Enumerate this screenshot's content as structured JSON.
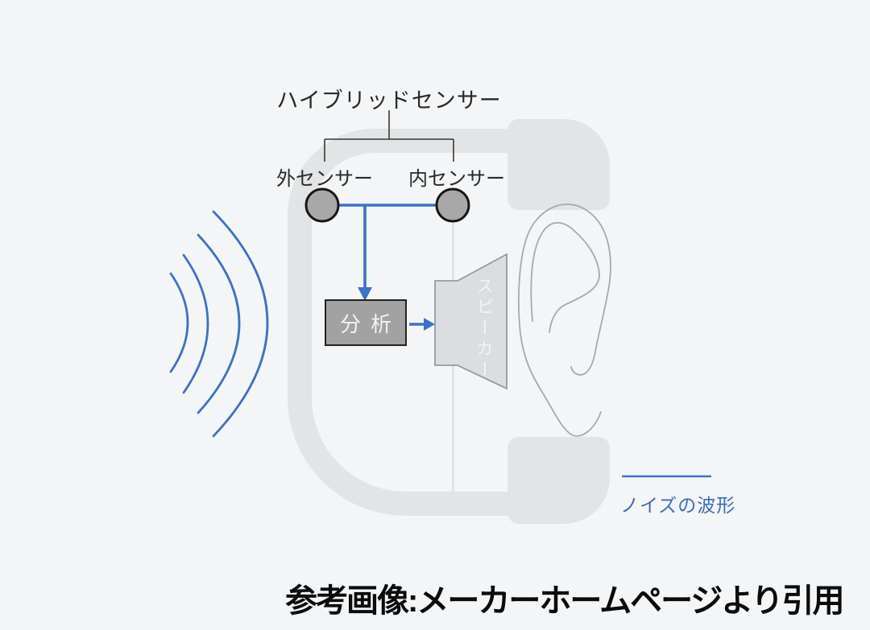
{
  "diagram": {
    "title": "ハイブリッドセンサー",
    "outer_sensor_label": "外センサー",
    "inner_sensor_label": "内センサー",
    "analysis_label": "分析",
    "speaker_label": "スピーカー",
    "noise_waveform_label": "ノイズの波形"
  },
  "caption": "参考画像:メーカーホームページより引用",
  "colors": {
    "background": "#f4f5f6",
    "band_gray": "#e3e4e5",
    "sensor_gray": "#a8a8a8",
    "box_gray": "#a2a2a2",
    "speaker_gray": "#dcdde0",
    "accent_blue": "#3b73c5",
    "label_blue": "#3d6db8",
    "line_dark": "#383838",
    "ear_line": "#a6aaad",
    "guide_line": "#d4d5d7",
    "text_dark": "#292929",
    "caption_black": "#0b0b0b"
  }
}
